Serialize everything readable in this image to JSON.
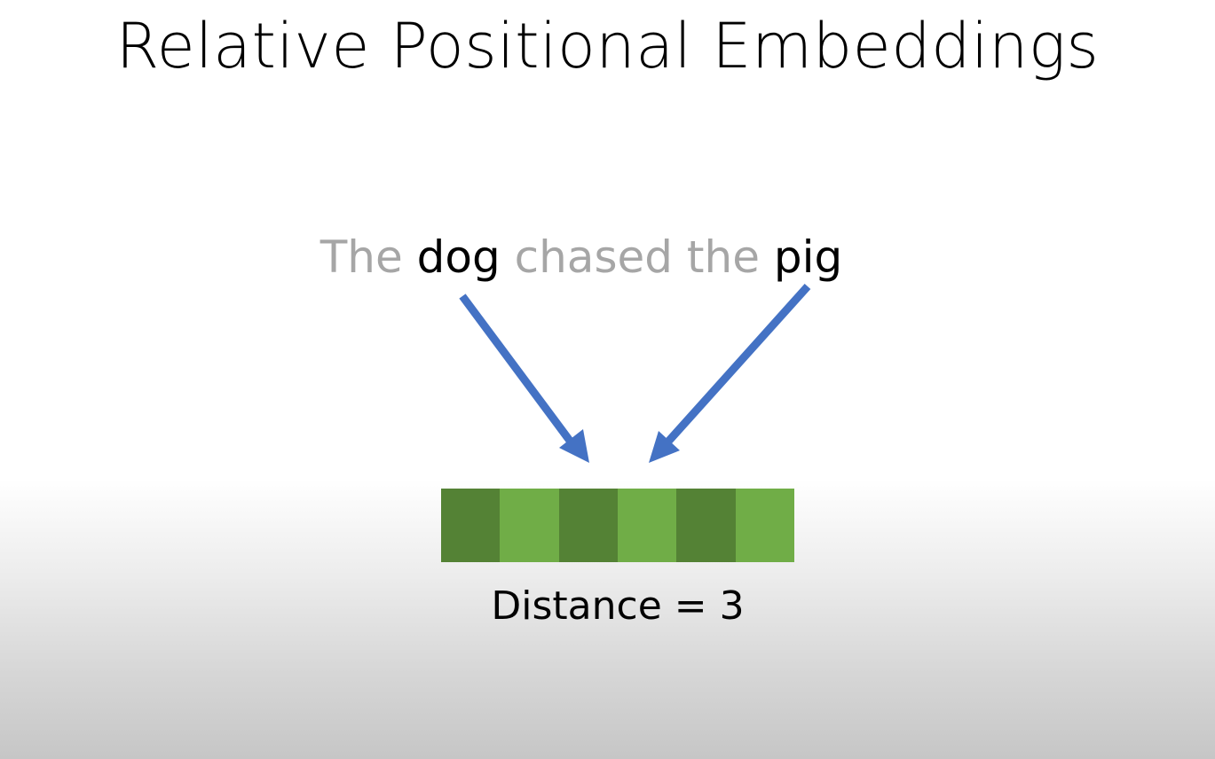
{
  "slide": {
    "title": "Relative Positional Embeddings"
  },
  "sentence": {
    "words": [
      {
        "text": "The",
        "highlighted": false
      },
      {
        "text": "dog",
        "highlighted": true
      },
      {
        "text": "chased",
        "highlighted": false
      },
      {
        "text": "the",
        "highlighted": false
      },
      {
        "text": "pig",
        "highlighted": true
      }
    ],
    "highlight_color": "#000000",
    "muted_color": "#a6a6a6"
  },
  "embedding": {
    "segment_colors": [
      "#548235",
      "#70ad47",
      "#548235",
      "#70ad47",
      "#548235",
      "#70ad47"
    ],
    "distance_label": "Distance = 3"
  },
  "arrows": {
    "color": "#4472c4"
  }
}
